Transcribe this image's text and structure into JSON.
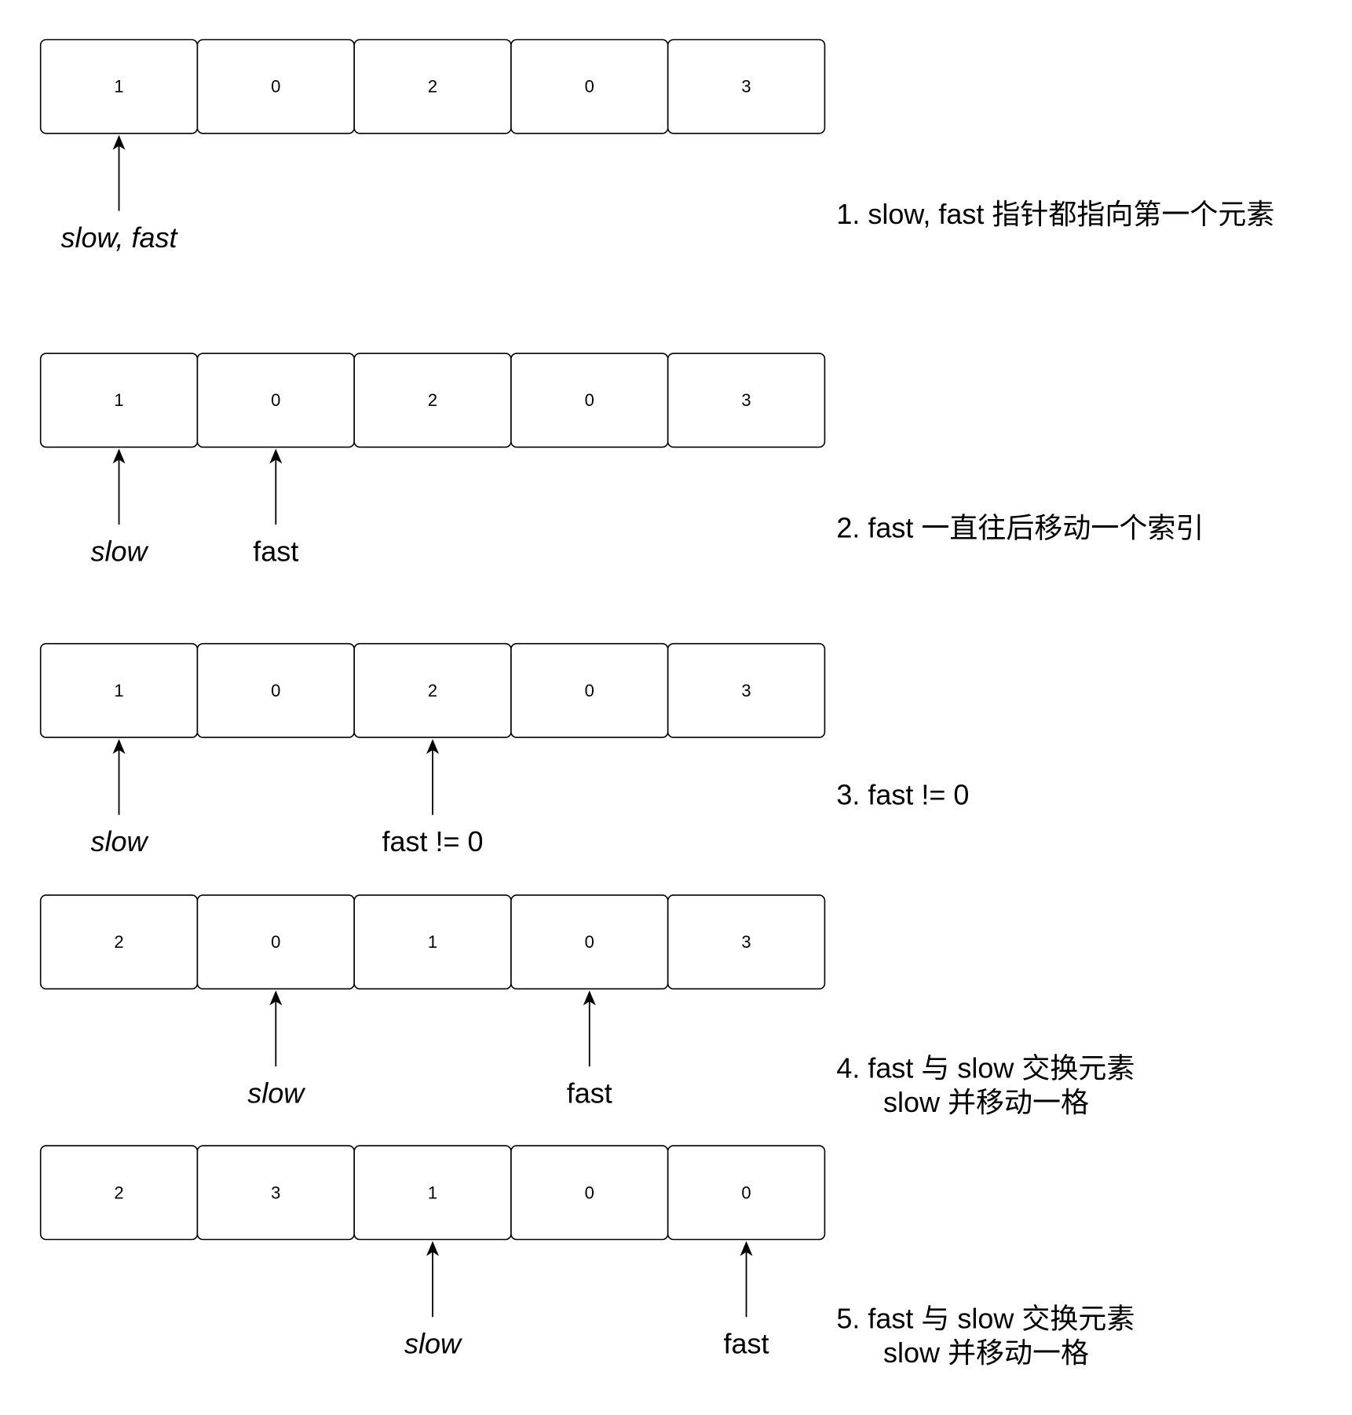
{
  "steps": [
    {
      "cells": [
        "1",
        "0",
        "2",
        "0",
        "3"
      ],
      "pointers": [
        {
          "index": 0,
          "label": "slow, fast",
          "italic": true
        }
      ],
      "caption": [
        "1. slow, fast 指针都指向第一个元素"
      ]
    },
    {
      "cells": [
        "1",
        "0",
        "2",
        "0",
        "3"
      ],
      "pointers": [
        {
          "index": 0,
          "label": "slow",
          "italic": true
        },
        {
          "index": 1,
          "label": "fast",
          "italic": false
        }
      ],
      "caption": [
        "2. fast 一直往后移动一个索引"
      ]
    },
    {
      "cells": [
        "1",
        "0",
        "2",
        "0",
        "3"
      ],
      "pointers": [
        {
          "index": 0,
          "label": "slow",
          "italic": true
        },
        {
          "index": 2,
          "label": "fast != 0",
          "italic": false
        }
      ],
      "caption": [
        "3. fast != 0"
      ]
    },
    {
      "cells": [
        "2",
        "0",
        "1",
        "0",
        "3"
      ],
      "pointers": [
        {
          "index": 1,
          "label": "slow",
          "italic": true
        },
        {
          "index": 3,
          "label": "fast",
          "italic": false
        }
      ],
      "caption": [
        "4. fast 与 slow 交换元素",
        "slow 并移动一格"
      ]
    },
    {
      "cells": [
        "2",
        "3",
        "1",
        "0",
        "0"
      ],
      "pointers": [
        {
          "index": 2,
          "label": "slow",
          "italic": true
        },
        {
          "index": 4,
          "label": "fast",
          "italic": false
        }
      ],
      "caption": [
        "5. fast 与 slow 交换元素",
        "slow 并移动一格"
      ]
    }
  ]
}
